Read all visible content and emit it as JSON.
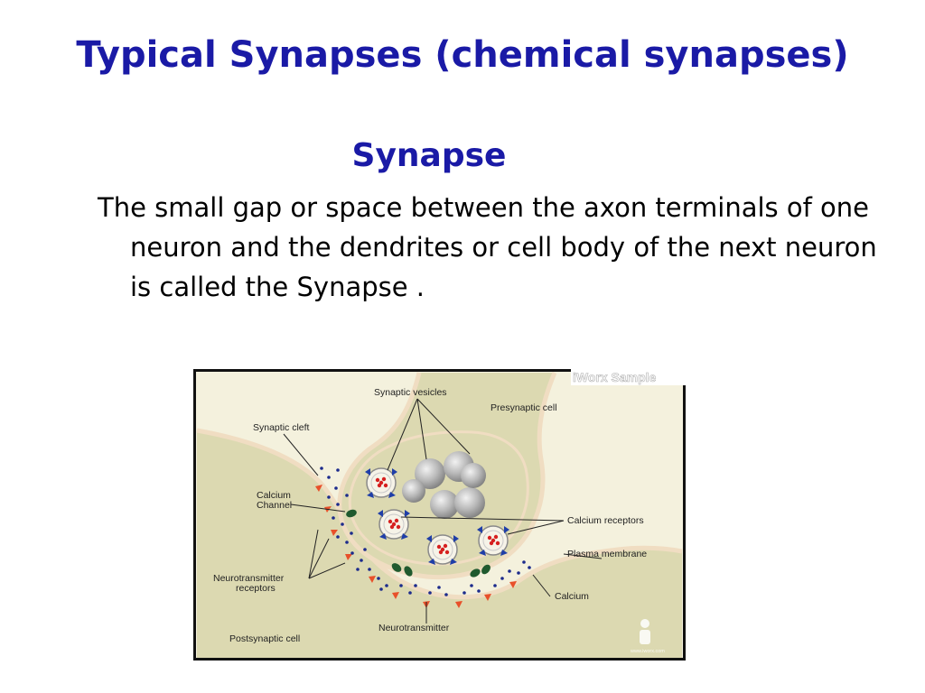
{
  "slide": {
    "title": "Typical Synapses (chemical synapses)",
    "subtitle": "Synapse",
    "body": "The small gap or space between the axon terminals of one neuron and the dendrites or cell body of the next neuron is called the Synapse ."
  },
  "diagram": {
    "watermark": "iWorx Sample",
    "labels": {
      "synaptic_vesicles": "Synaptic vesicles",
      "presynaptic_cell": "Presynaptic cell",
      "synaptic_cleft": "Synaptic cleft",
      "calcium_channel_1": "Calcium",
      "calcium_channel_2": "Channel",
      "calcium_receptors": "Calcium receptors",
      "plasma_membrane": "Plasma membrane",
      "neurotransmitter_receptors_1": "Neurotransmitter",
      "neurotransmitter_receptors_2": "receptors",
      "calcium": "Calcium",
      "neurotransmitter": "Neurotransmitter",
      "postsynaptic_cell": "Postsynaptic cell"
    },
    "logo_url_text": "www.iworx.com",
    "colors": {
      "title": "#1a1aa6",
      "cell_fill": "#dedbb3",
      "membrane": "#f2e0c4",
      "neurotransmitter_dot": "#1c2b8c",
      "receptor": "#e8502a",
      "channel": "#1f5a2e"
    }
  }
}
